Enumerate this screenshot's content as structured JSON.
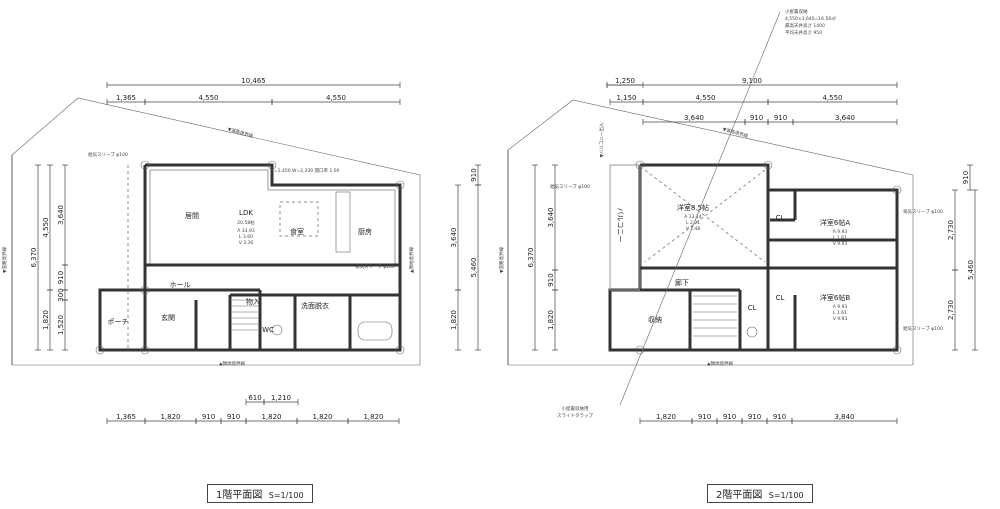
{
  "floors": [
    {
      "caption": "1階平面図",
      "scale": "S=1/100",
      "dims": [
        "10,465",
        "1,365",
        "4,550",
        "4,550",
        "6,370",
        "4,550",
        "3,640",
        "910",
        "300",
        "1,820",
        "1,520",
        "910",
        "3,640",
        "5,460",
        "1,820",
        "1,365",
        "1,820",
        "910",
        "910",
        "1,820",
        "1,820",
        "1,820",
        "610",
        "1,210"
      ],
      "rooms": [
        {
          "name": "居間"
        },
        {
          "name": "LDK",
          "sub": "20.58帖",
          "stats": [
            "A 33.93",
            "L 3.60",
            "V 3.36"
          ]
        },
        {
          "name": "食室"
        },
        {
          "name": "厨房"
        },
        {
          "name": "ホール"
        },
        {
          "name": "玄関"
        },
        {
          "name": "ポーチ"
        },
        {
          "name": "物入"
        },
        {
          "name": "洗面脱衣"
        },
        {
          "name": "WC"
        }
      ],
      "notes": [
        "▼道路境界線",
        "▲隣地境界線",
        "▼道路境界線",
        "▲隣地境界線",
        "給気スリーブ φ100",
        "H=1,450 W=2,330 開口率 1.00",
        "排気スリーブ φ100"
      ]
    },
    {
      "caption": "2階平面図",
      "scale": "S=1/100",
      "dims": [
        "1,250",
        "9,100",
        "1,150",
        "4,550",
        "4,550",
        "3,640",
        "910",
        "910",
        "3,640",
        "6,370",
        "3,640",
        "910",
        "1,820",
        "910",
        "2,730",
        "2,730",
        "5,460",
        "1,820",
        "910",
        "910",
        "910",
        "910",
        "3,840"
      ],
      "rooms": [
        {
          "name": "洋室8.5帖",
          "stats": [
            "A 13.14",
            "L 2.21",
            "V 1.48"
          ]
        },
        {
          "name": "洋室6帖A",
          "stats": [
            "A 9.93",
            "L 1.61",
            "V 9.93"
          ]
        },
        {
          "name": "洋室6帖B",
          "stats": [
            "A 9.93",
            "L 1.61",
            "V 9.93"
          ]
        },
        {
          "name": "廊下"
        },
        {
          "name": "収納"
        },
        {
          "name": "CL"
        },
        {
          "name": "CL"
        },
        {
          "name": "CL"
        },
        {
          "name": "バルコニー"
        }
      ],
      "notes": [
        "▼道路境界線",
        "▲隣地境界線",
        "▼道路境界線",
        "▼バルコニー出入",
        "給気スリーブ φ100",
        "排気スリーブ φ100",
        "給気スリーブ φ100"
      ]
    }
  ],
  "attic_note": [
    "小屋裏収納",
    "4,550×3,640=16.56㎡",
    "最高天井高さ 1400",
    "平均天井高さ 950"
  ],
  "ladder_note": [
    "小屋裏収納用",
    "スライドタラップ"
  ]
}
